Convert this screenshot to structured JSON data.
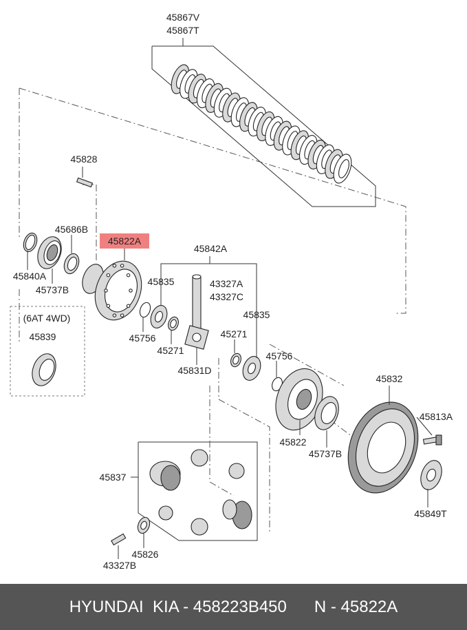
{
  "labels": {
    "p45867V": "45867V",
    "p45867T": "45867T",
    "p45828": "45828",
    "p45686B": "45686B",
    "p45822A": "45822A",
    "p45842A": "45842A",
    "p45840A": "45840A",
    "p45737B_top": "45737B",
    "p45835_left": "45835",
    "p43327A": "43327A",
    "p43327C": "43327C",
    "p45835_right": "45835",
    "p6at4wd": "(6AT 4WD)",
    "p45839": "45839",
    "p45756_left": "45756",
    "p45271_left": "45271",
    "p45271_right": "45271",
    "p45756_right": "45756",
    "p45831D": "45831D",
    "p45832": "45832",
    "p45813A": "45813A",
    "p45822": "45822",
    "p45737B_bottom": "45737B",
    "p45837": "45837",
    "p45849T": "45849T",
    "p45826": "45826",
    "p43327B": "43327B"
  },
  "highlight_color": "#f08080",
  "footer": {
    "text": "HYUNDAI  KIA - 458223B450      N - 45822A"
  }
}
